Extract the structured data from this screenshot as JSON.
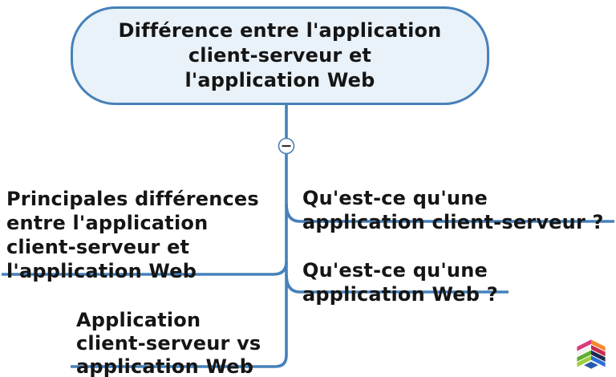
{
  "colors": {
    "branch": "#4681ba",
    "root_fill": "#e9f1f9",
    "text": "#151515",
    "collapse_minus": "#333333"
  },
  "root": {
    "label": "Différence entre l'application\nclient-serveur et\nl'application Web"
  },
  "collapse_toggle": {
    "icon": "minus-circle-icon",
    "symbol": "−"
  },
  "branches": {
    "left": {
      "label": "Principales différences\nentre l'application\nclient-serveur et\nl'application Web"
    },
    "right_top": {
      "label": "Qu'est-ce qu'une\napplication client-serveur ?"
    },
    "right_bottom": {
      "label": "Qu'est-ce qu'une\napplication Web ?"
    },
    "bottom_left": {
      "label": "Application\nclient-serveur vs\napplication Web"
    }
  },
  "watermark": {
    "icon": "colorful-cube-logo"
  }
}
